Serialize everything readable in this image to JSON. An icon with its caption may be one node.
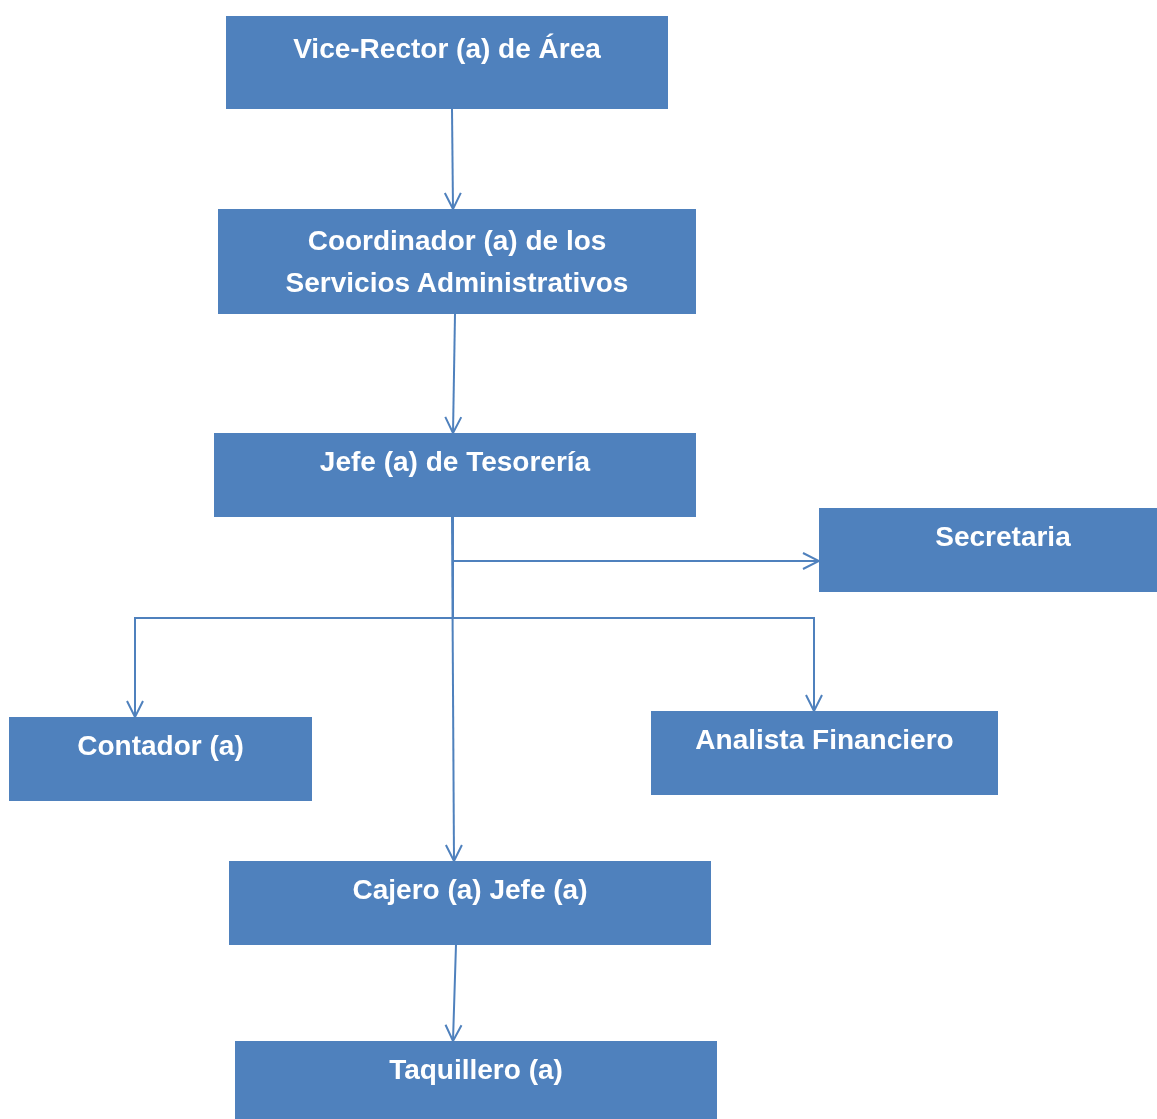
{
  "diagram": {
    "nodes": [
      {
        "text": [
          "Vice-Rector (a) de Área"
        ]
      },
      {
        "text": [
          "Coordinador (a) de los Servicios Administrativos"
        ]
      },
      {
        "text": [
          "Jefe (a) de Tesorería"
        ]
      },
      {
        "text": [
          "Secretaria"
        ]
      },
      {
        "text": [
          "Contador (a)"
        ]
      },
      {
        "text": [
          "Analista Financiero"
        ]
      },
      {
        "text": [
          "Cajero (a) Jefe (a)"
        ]
      },
      {
        "text": [
          "Taquillero (a)"
        ]
      }
    ],
    "edges": [
      {
        "from": 0,
        "to": 1,
        "arrow": "to"
      },
      {
        "from": 1,
        "to": 2,
        "arrow": "to"
      },
      {
        "from": 2,
        "to": 3,
        "arrow": "to"
      },
      {
        "from": 2,
        "to": 4,
        "arrow": "to"
      },
      {
        "from": 2,
        "to": 5,
        "arrow": "to"
      },
      {
        "from": 2,
        "to": 6,
        "arrow": "to"
      },
      {
        "from": 6,
        "to": 7,
        "arrow": "to"
      }
    ]
  }
}
